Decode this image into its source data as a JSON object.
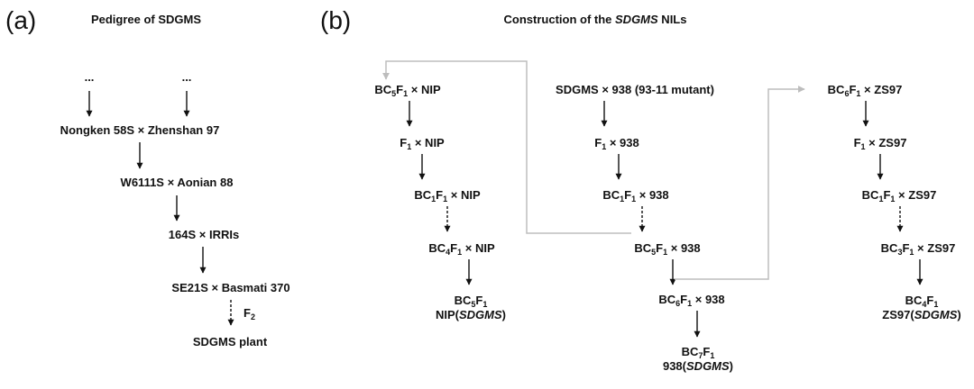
{
  "panel_a": {
    "label": "(a)",
    "title": "Pedigree of SDGMS",
    "ellipsis": "...",
    "nodes": [
      {
        "key": "n1",
        "parts": [
          {
            "t": "Nongken 58S × Zhenshan 97"
          }
        ]
      },
      {
        "key": "n2",
        "parts": [
          {
            "t": "W6111S × Aonian 88"
          }
        ]
      },
      {
        "key": "n3",
        "parts": [
          {
            "t": "164S × IRRIs"
          }
        ]
      },
      {
        "key": "n4",
        "parts": [
          {
            "t": "SE21S × Basmati 370"
          }
        ]
      },
      {
        "key": "n5",
        "parts": [
          {
            "t": "SDGMS plant"
          }
        ]
      }
    ],
    "f2_label": [
      {
        "t": "F"
      },
      {
        "t": "2",
        "s": "sub"
      }
    ]
  },
  "panel_b": {
    "label": "(b)",
    "title": [
      {
        "t": "Construction of the "
      },
      {
        "t": "SDGMS",
        "s": "i"
      },
      {
        "t": " NILs"
      }
    ],
    "nip_column": [
      {
        "key": "nip1",
        "parts": [
          {
            "t": "BC"
          },
          {
            "t": "5",
            "s": "sub"
          },
          {
            "t": "F"
          },
          {
            "t": "1",
            "s": "sub"
          },
          {
            "t": " × NIP"
          }
        ]
      },
      {
        "key": "nip2",
        "parts": [
          {
            "t": "F"
          },
          {
            "t": "1",
            "s": "sub"
          },
          {
            "t": " × NIP"
          }
        ]
      },
      {
        "key": "nip3",
        "parts": [
          {
            "t": "BC"
          },
          {
            "t": "1",
            "s": "sub"
          },
          {
            "t": "F"
          },
          {
            "t": "1",
            "s": "sub"
          },
          {
            "t": " × NIP"
          }
        ]
      },
      {
        "key": "nip4",
        "parts": [
          {
            "t": "BC"
          },
          {
            "t": "4",
            "s": "sub"
          },
          {
            "t": "F"
          },
          {
            "t": "1",
            "s": "sub"
          },
          {
            "t": " × NIP"
          }
        ]
      },
      {
        "key": "nip5a",
        "parts": [
          {
            "t": "BC"
          },
          {
            "t": "5",
            "s": "sub"
          },
          {
            "t": "F"
          },
          {
            "t": "1",
            "s": "sub"
          }
        ]
      },
      {
        "key": "nip5b",
        "parts": [
          {
            "t": "NIP("
          },
          {
            "t": "SDGMS",
            "s": "i"
          },
          {
            "t": ")"
          }
        ]
      }
    ],
    "c938_column": [
      {
        "key": "m1",
        "parts": [
          {
            "t": "SDGMS × 938 (93-11 mutant)"
          }
        ]
      },
      {
        "key": "m2",
        "parts": [
          {
            "t": "F"
          },
          {
            "t": "1",
            "s": "sub"
          },
          {
            "t": " × 938"
          }
        ]
      },
      {
        "key": "m3",
        "parts": [
          {
            "t": "BC"
          },
          {
            "t": "1",
            "s": "sub"
          },
          {
            "t": "F"
          },
          {
            "t": "1",
            "s": "sub"
          },
          {
            "t": " × 938"
          }
        ]
      },
      {
        "key": "m4",
        "parts": [
          {
            "t": "BC"
          },
          {
            "t": "5",
            "s": "sub"
          },
          {
            "t": "F"
          },
          {
            "t": "1",
            "s": "sub"
          },
          {
            "t": " × 938"
          }
        ]
      },
      {
        "key": "m5",
        "parts": [
          {
            "t": "BC"
          },
          {
            "t": "6",
            "s": "sub"
          },
          {
            "t": "F"
          },
          {
            "t": "1",
            "s": "sub"
          },
          {
            "t": " × 938"
          }
        ]
      },
      {
        "key": "m6a",
        "parts": [
          {
            "t": "BC"
          },
          {
            "t": "7",
            "s": "sub"
          },
          {
            "t": "F"
          },
          {
            "t": "1",
            "s": "sub"
          }
        ]
      },
      {
        "key": "m6b",
        "parts": [
          {
            "t": "938("
          },
          {
            "t": "SDGMS",
            "s": "i"
          },
          {
            "t": ")"
          }
        ]
      }
    ],
    "zs97_column": [
      {
        "key": "z1",
        "parts": [
          {
            "t": "BC"
          },
          {
            "t": "6",
            "s": "sub"
          },
          {
            "t": "F"
          },
          {
            "t": "1",
            "s": "sub"
          },
          {
            "t": " × ZS97"
          }
        ]
      },
      {
        "key": "z2",
        "parts": [
          {
            "t": "F"
          },
          {
            "t": "1",
            "s": "sub"
          },
          {
            "t": " × ZS97"
          }
        ]
      },
      {
        "key": "z3",
        "parts": [
          {
            "t": "BC"
          },
          {
            "t": "1",
            "s": "sub"
          },
          {
            "t": "F"
          },
          {
            "t": "1",
            "s": "sub"
          },
          {
            "t": " × ZS97"
          }
        ]
      },
      {
        "key": "z4",
        "parts": [
          {
            "t": "BC"
          },
          {
            "t": "3",
            "s": "sub"
          },
          {
            "t": "F"
          },
          {
            "t": "1",
            "s": "sub"
          },
          {
            "t": " × ZS97"
          }
        ]
      },
      {
        "key": "z5a",
        "parts": [
          {
            "t": "BC"
          },
          {
            "t": "4",
            "s": "sub"
          },
          {
            "t": "F"
          },
          {
            "t": "1",
            "s": "sub"
          }
        ]
      },
      {
        "key": "z5b",
        "parts": [
          {
            "t": "ZS97("
          },
          {
            "t": "SDGMS",
            "s": "i"
          },
          {
            "t": ")"
          }
        ]
      }
    ]
  },
  "colors": {
    "text": "#111111",
    "arrow": "#111111",
    "connector": "#bdbdbd"
  }
}
